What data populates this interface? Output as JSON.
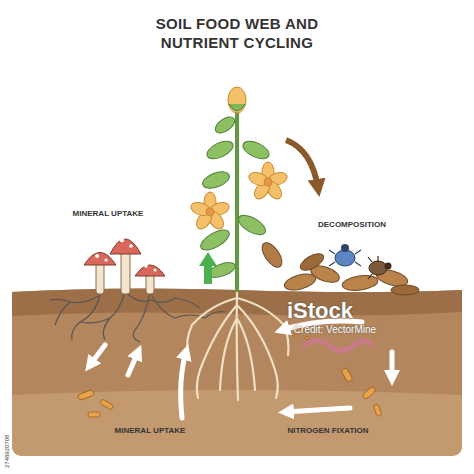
{
  "diagram": {
    "title": "SOIL FOOD WEB AND NUTRIENT CYCLING",
    "labels": [
      "MINERAL UPTAKE",
      "DECOMPOSITION",
      "MINERAL UPTAKE",
      "NITROGEN FIXATION",
      "iStock",
      "Credit: VectorMine",
      "2748920708"
    ]
  }
}
